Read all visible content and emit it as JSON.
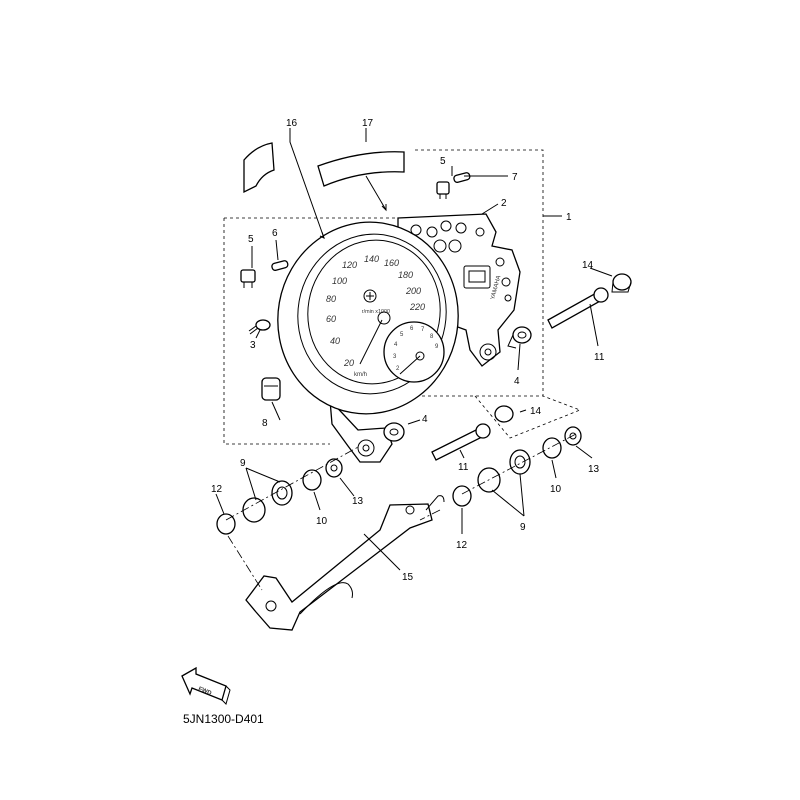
{
  "drawing_code": "5JN1300-D401",
  "fwd_arrow_label": "FWD",
  "brand_mark": "YAMAHA",
  "speedometer": {
    "scale": [
      "20",
      "40",
      "60",
      "80",
      "100",
      "120",
      "140",
      "160",
      "180",
      "200",
      "220"
    ],
    "unit": "km/h"
  },
  "tachometer": {
    "scale": [
      "2",
      "3",
      "4",
      "5",
      "6",
      "7",
      "8",
      "9"
    ],
    "label": "r/min x1000"
  },
  "callouts": {
    "n1": "1",
    "n2": "2",
    "n3": "3",
    "n4a": "4",
    "n4b": "4",
    "n5a": "5",
    "n5b": "5",
    "n6": "6",
    "n7": "7",
    "n8": "8",
    "n9a": "9",
    "n9b": "9",
    "n10a": "10",
    "n10b": "10",
    "n11a": "11",
    "n11b": "11",
    "n12a": "12",
    "n12b": "12",
    "n13a": "13",
    "n13b": "13",
    "n14a": "14",
    "n14b": "14",
    "n15": "15",
    "n16": "16",
    "n17": "17"
  }
}
